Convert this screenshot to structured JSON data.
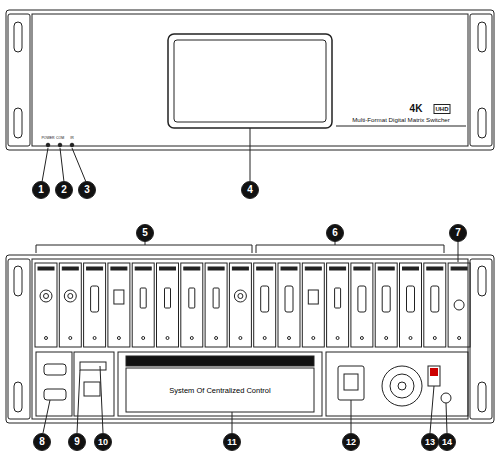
{
  "diagram": {
    "nodes": [
      {
        "text": [
          "System Of Centralized Control"
        ]
      }
    ],
    "labels": [
      "4K",
      "UHD",
      "Multi-Format Digital Matrix Switcher",
      "POWER",
      "COM",
      "IR",
      "1",
      "2",
      "3",
      "4",
      "5",
      "6",
      "7",
      "8",
      "9",
      "10",
      "11",
      "12",
      "13",
      "14"
    ]
  }
}
